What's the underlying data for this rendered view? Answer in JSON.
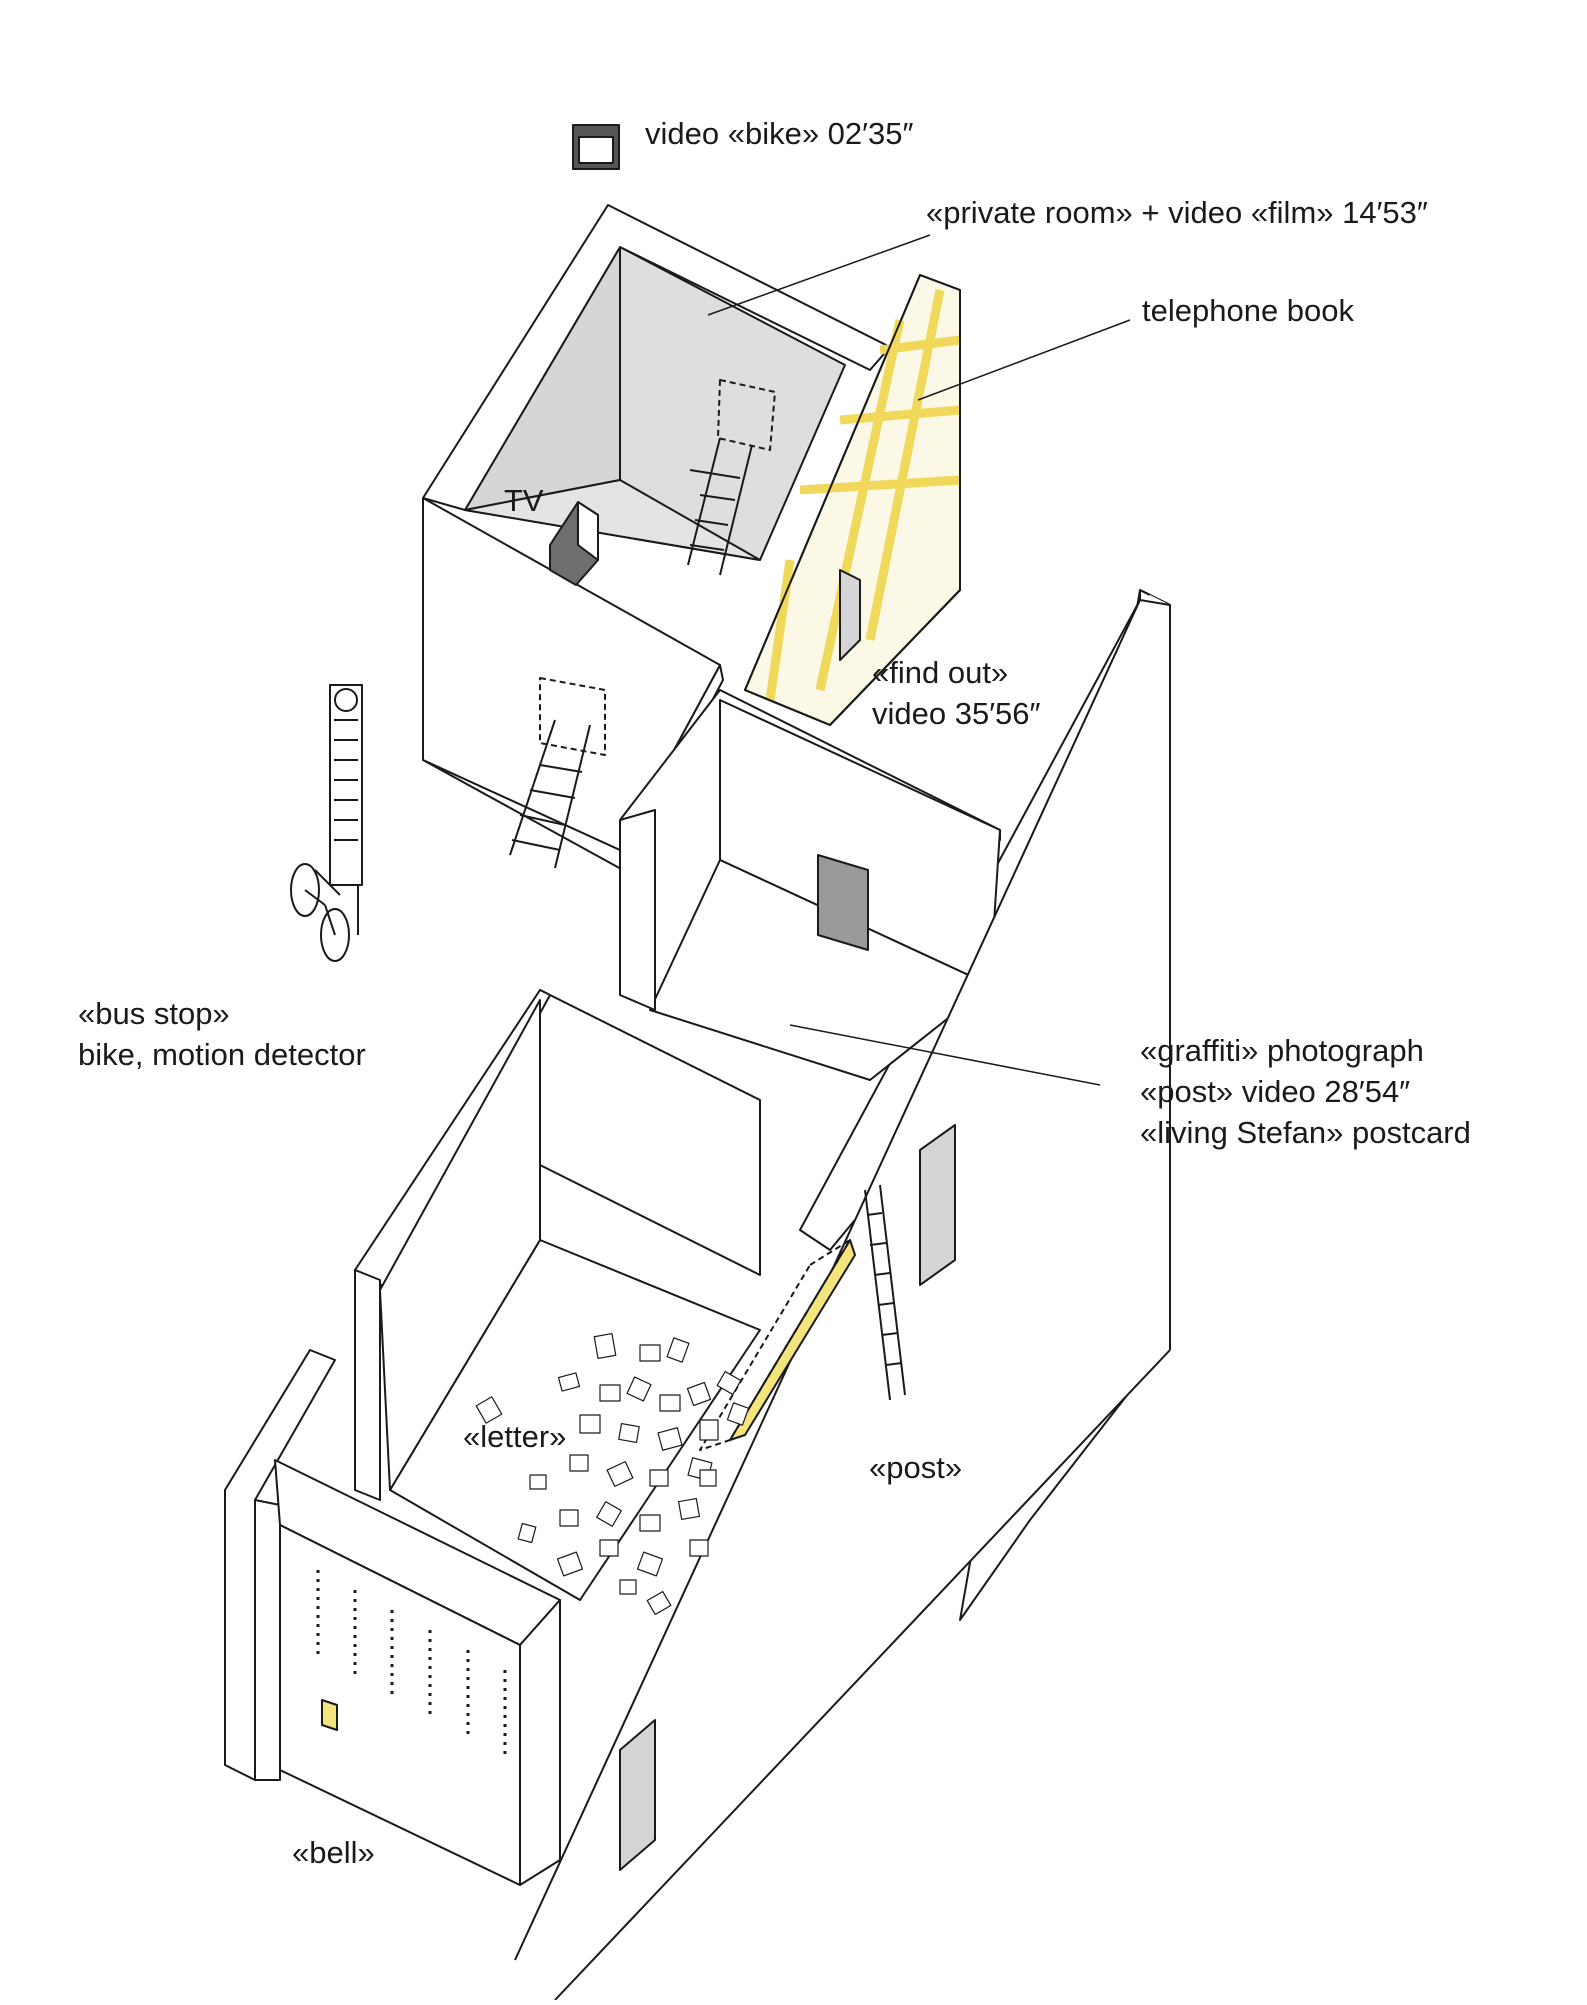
{
  "labels": {
    "video_bike": "video «bike» 02′35″",
    "private_room": "«private room»  + video «film» 14′53″",
    "telephone_book": "telephone book",
    "tv": "TV",
    "find_out": "«find out»",
    "find_out_video": "video 35′56″",
    "bus_stop": "«bus stop»",
    "bus_stop_sub": "bike, motion detector",
    "graffiti": "«graffiti» photograph",
    "post_video": "«post» video 28′54″",
    "living_stefan": "«living Stefan» postcard",
    "letter": "«letter»",
    "post": "«post»",
    "bell": "«bell»"
  },
  "icons": {
    "monitor": "monitor-icon",
    "bus_stop_sign": "bus-stop-sign-icon",
    "bicycle": "bicycle-icon"
  },
  "colors": {
    "line": "#1a1a1a",
    "wall": "#ffffff",
    "floor_grey": "#dcdcdc",
    "tv_grey": "#6e6e6e",
    "window_grey": "#9a9a9a",
    "door_grey": "#d4d4d4",
    "highlight_yellow": "#f4e47c"
  }
}
